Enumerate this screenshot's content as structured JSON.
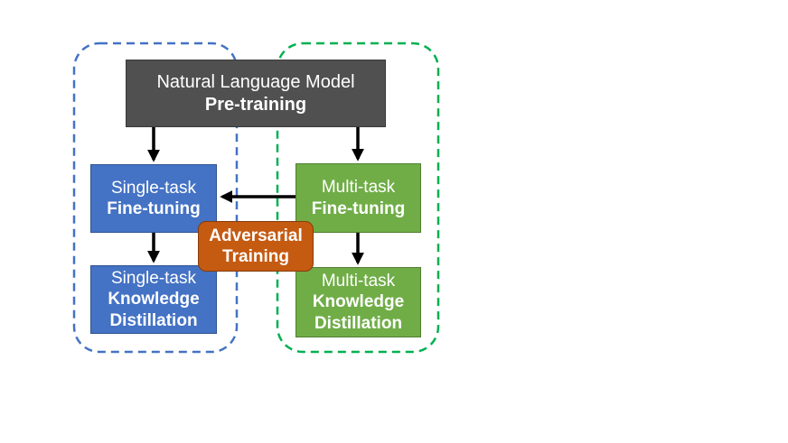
{
  "nodes": {
    "pretrain": {
      "line1": "Natural Language Model",
      "line2": "Pre-training"
    },
    "single_finetune": {
      "line1": "Single-task",
      "line2": "Fine-tuning"
    },
    "single_distill": {
      "line1": "Single-task",
      "line2": "Knowledge",
      "line3": "Distillation"
    },
    "multi_finetune": {
      "line1": "Multi-task",
      "line2": "Fine-tuning"
    },
    "multi_distill": {
      "line1": "Multi-task",
      "line2": "Knowledge",
      "line3": "Distillation"
    },
    "adversarial": {
      "line1": "Adversarial",
      "line2": "Training"
    }
  },
  "colors": {
    "pretrain_fill": "#505050",
    "single_fill": "#4472c4",
    "multi_fill": "#70ad47",
    "adversarial_fill": "#c55a11",
    "single_group_border": "#4472c4",
    "multi_group_border": "#00b050",
    "arrow": "#000000"
  },
  "edges": [
    {
      "from": "pretrain",
      "to": "single_finetune"
    },
    {
      "from": "pretrain",
      "to": "multi_finetune"
    },
    {
      "from": "multi_finetune",
      "to": "single_finetune"
    },
    {
      "from": "single_finetune",
      "to": "single_distill"
    },
    {
      "from": "multi_finetune",
      "to": "multi_distill"
    }
  ]
}
